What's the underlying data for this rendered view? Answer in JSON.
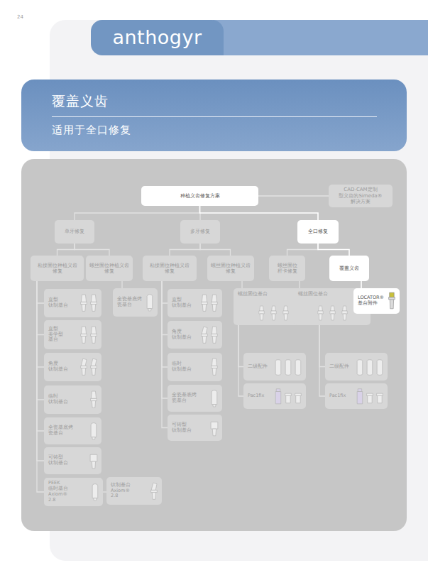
{
  "diagram": {
    "title": "覆盖义齿",
    "nodes": [
      {
        "text": [
          "种植义齿修复方案"
        ]
      },
      {
        "text": [
          "CAD-CAM定制 型义齿的Simeda® 解决方案"
        ]
      },
      {
        "text": [
          "单牙修复"
        ]
      },
      {
        "text": [
          "多牙修复"
        ]
      },
      {
        "text": [
          "全口修复"
        ]
      },
      {
        "text": [
          "粘接固位种植义齿 修复"
        ]
      },
      {
        "text": [
          "螺丝固位种植义齿 修复"
        ]
      },
      {
        "text": [
          "粘接固位种植义齿 修复"
        ]
      },
      {
        "text": [
          "螺丝固位种植义齿 修复"
        ]
      },
      {
        "text": [
          "螺丝固位 杆卡修复"
        ]
      },
      {
        "text": [
          "覆盖义齿"
        ]
      },
      {
        "text": [
          "直型 钛制基台"
        ]
      },
      {
        "text": [
          "直型 美学型 基台"
        ]
      },
      {
        "text": [
          "角度 钛制基台"
        ]
      },
      {
        "text": [
          "临时 钛制基台"
        ]
      },
      {
        "text": [
          "全瓷基底烤 瓷基台"
        ]
      },
      {
        "text": [
          "可铸型 钛制基台"
        ]
      },
      {
        "text": [
          "PEEK 临时基台 Axiom® 2.8"
        ]
      },
      {
        "text": [
          "钛制基台 Axiom® 2.8"
        ]
      },
      {
        "text": [
          "全瓷基底烤 瓷基台"
        ]
      },
      {
        "text": [
          "直型 钛制基台"
        ]
      },
      {
        "text": [
          "角度 钛制基台"
        ]
      },
      {
        "text": [
          "临时 钛制基台"
        ]
      },
      {
        "text": [
          "全瓷基底烤 瓷基台"
        ]
      },
      {
        "text": [
          "可铸型 钛制基台"
        ]
      },
      {
        "text": [
          "螺丝固位基台"
        ]
      },
      {
        "text": [
          "二级配件"
        ]
      },
      {
        "text": [
          "Pac1fix"
        ]
      },
      {
        "text": [
          "螺丝固位基台"
        ]
      },
      {
        "text": [
          "二级配件"
        ]
      },
      {
        "text": [
          "Pac1fix"
        ]
      },
      {
        "text": [
          "LOCATOR® 基台附件"
        ]
      }
    ],
    "edges": [
      {
        "from": 0,
        "to": 1,
        "arrow": "none"
      },
      {
        "from": 0,
        "to": 2,
        "arrow": "none"
      },
      {
        "from": 0,
        "to": 3,
        "arrow": "none"
      },
      {
        "from": 0,
        "to": 4,
        "arrow": "none"
      },
      {
        "from": 2,
        "to": 5,
        "arrow": "none"
      },
      {
        "from": 2,
        "to": 6,
        "arrow": "none"
      },
      {
        "from": 3,
        "to": 7,
        "arrow": "none"
      },
      {
        "from": 3,
        "to": 8,
        "arrow": "none"
      },
      {
        "from": 4,
        "to": 9,
        "arrow": "none"
      },
      {
        "from": 4,
        "to": 10,
        "arrow": "none"
      },
      {
        "from": 5,
        "to": 11,
        "arrow": "none"
      },
      {
        "from": 5,
        "to": 12,
        "arrow": "none"
      },
      {
        "from": 5,
        "to": 13,
        "arrow": "none"
      },
      {
        "from": 5,
        "to": 14,
        "arrow": "none"
      },
      {
        "from": 5,
        "to": 15,
        "arrow": "none"
      },
      {
        "from": 5,
        "to": 16,
        "arrow": "none"
      },
      {
        "from": 5,
        "to": 17,
        "arrow": "none"
      },
      {
        "from": 17,
        "to": 18,
        "arrow": "none"
      },
      {
        "from": 6,
        "to": 19,
        "arrow": "none"
      },
      {
        "from": 7,
        "to": 20,
        "arrow": "none"
      },
      {
        "from": 7,
        "to": 21,
        "arrow": "none"
      },
      {
        "from": 7,
        "to": 22,
        "arrow": "none"
      },
      {
        "from": 7,
        "to": 23,
        "arrow": "none"
      },
      {
        "from": 7,
        "to": 24,
        "arrow": "none"
      },
      {
        "from": 8,
        "to": 25,
        "arrow": "none"
      },
      {
        "from": 25,
        "to": 26,
        "arrow": "none"
      },
      {
        "from": 25,
        "to": 27,
        "arrow": "none"
      },
      {
        "from": 9,
        "to": 28,
        "arrow": "none"
      },
      {
        "from": 28,
        "to": 29,
        "arrow": "none"
      },
      {
        "from": 28,
        "to": 30,
        "arrow": "none"
      },
      {
        "from": 10,
        "to": 31,
        "arrow": "none"
      }
    ],
    "labels": [
      "24",
      "anthogyr",
      "适用于全口修复"
    ]
  }
}
